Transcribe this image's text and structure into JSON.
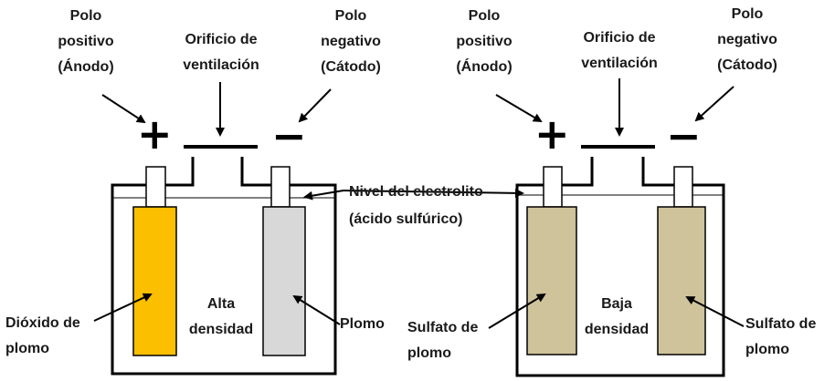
{
  "colors": {
    "dioxido_plate": "#fbbf00",
    "plomo_plate": "#d8d8d8",
    "sulfato_plate": "#cfc39b",
    "outline": "#000000"
  },
  "left": {
    "positive_label": [
      "Polo",
      "positivo",
      "(Ánodo)"
    ],
    "vent_label": [
      "Orificio de",
      "ventilación"
    ],
    "negative_label": [
      "Polo",
      "negativo",
      "(Cátodo)"
    ],
    "plus_symbol": "+",
    "minus_symbol": "−",
    "electrolyte_label": [
      "Nivel del electrolito",
      "(ácido sulfúrico)"
    ],
    "density_label": [
      "Alta",
      "densidad"
    ],
    "left_plate_label": [
      "Dióxido de",
      "plomo"
    ],
    "right_plate_label": [
      "Plomo"
    ]
  },
  "right": {
    "positive_label": [
      "Polo",
      "positivo",
      "(Ánodo)"
    ],
    "vent_label": [
      "Orificio de",
      "ventilación"
    ],
    "negative_label": [
      "Polo",
      "negativo",
      "(Cátodo)"
    ],
    "plus_symbol": "+",
    "minus_symbol": "−",
    "density_label": [
      "Baja",
      "densidad"
    ],
    "left_plate_label": [
      "Sulfato de",
      "plomo"
    ],
    "right_plate_label": [
      "Sulfato de",
      "plomo"
    ]
  }
}
